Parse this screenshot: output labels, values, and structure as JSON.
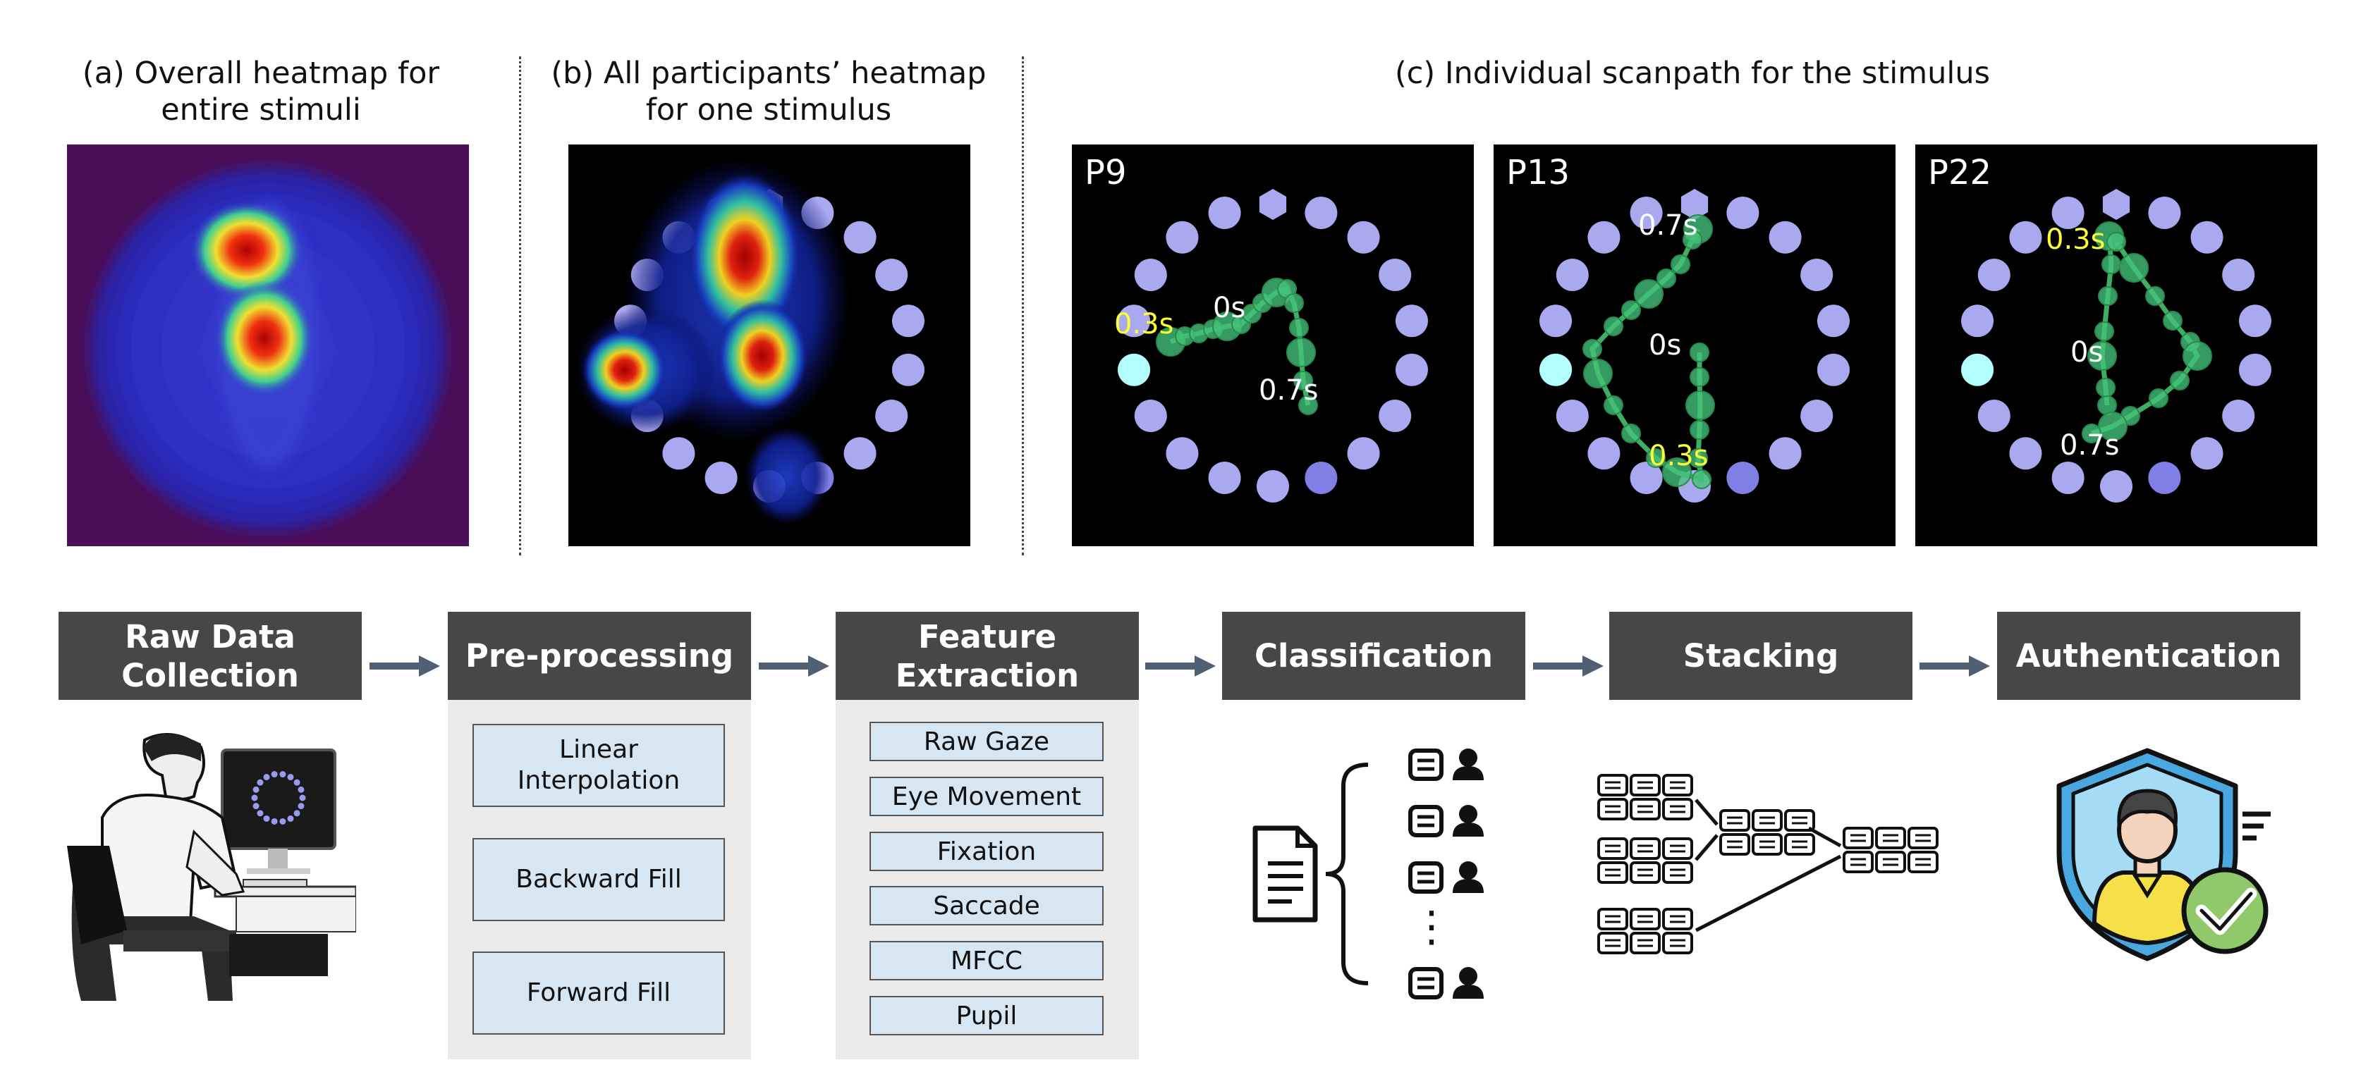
{
  "captions": {
    "a": "(a) Overall heatmap for\nentire stimuli",
    "b": "(b) All participants’ heatmap\nfor one stimulus",
    "c": "(c) Individual scanpath for the stimulus"
  },
  "scanpaths": [
    {
      "participant": "P9",
      "labels": [
        {
          "text": "0.3s",
          "color": "#ffff33"
        },
        {
          "text": "0s",
          "color": "#ffffff"
        },
        {
          "text": "0.7s",
          "color": "#ffffff"
        }
      ]
    },
    {
      "participant": "P13",
      "labels": [
        {
          "text": "0.7s",
          "color": "#ffffff"
        },
        {
          "text": "0s",
          "color": "#ffffff"
        },
        {
          "text": "0.3s",
          "color": "#ffff33"
        }
      ]
    },
    {
      "participant": "P22",
      "labels": [
        {
          "text": "0.3s",
          "color": "#ffff33"
        },
        {
          "text": "0s",
          "color": "#ffffff"
        },
        {
          "text": "0.7s",
          "color": "#ffffff"
        }
      ]
    }
  ],
  "pipeline": {
    "stages": [
      "Raw Data\nCollection",
      "Pre-processing",
      "Feature\nExtraction",
      "Classification",
      "Stacking",
      "Authentication"
    ],
    "preprocessing_steps": [
      "Linear\nInterpolation",
      "Backward Fill",
      "Forward Fill"
    ],
    "features": [
      "Raw Gaze",
      "Eye Movement",
      "Fixation",
      "Saccade",
      "MFCC",
      "Pupil"
    ],
    "classification_ellipsis": "⋮"
  },
  "colors": {
    "stage_bg": "#474747",
    "arrow": "#4f6075",
    "step_box": "#d6e6f3",
    "stimulus_dot": "#a9a9ef",
    "target_dot": "#b3ffff",
    "scanpath": "#3fae62",
    "highlight_label": "#ffff33"
  },
  "icons": [
    "person-at-computer-icon",
    "document-icon",
    "user-icon",
    "shield-user-check-icon"
  ]
}
